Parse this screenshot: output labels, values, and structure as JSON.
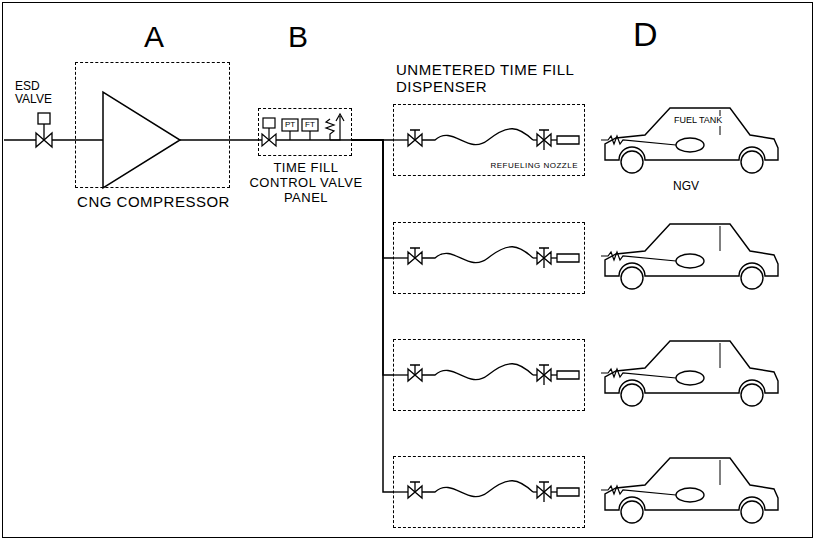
{
  "diagram": {
    "nodes": [
      {
        "text": [
          "CNG COMPRESSOR"
        ]
      },
      {
        "text": [
          "TIME FILL CONTROL VALVE PANEL"
        ]
      },
      {
        "text": [
          "UNMETERED TIME FILL DISPENSER",
          "REFUELING NOZZLE"
        ]
      },
      {
        "text": []
      },
      {
        "text": []
      },
      {
        "text": []
      }
    ],
    "edges": [
      {
        "from": 0,
        "to": 1,
        "arrow": "none"
      },
      {
        "from": 1,
        "to": 2,
        "arrow": "none"
      },
      {
        "from": 1,
        "to": 3,
        "arrow": "none"
      },
      {
        "from": 1,
        "to": 4,
        "arrow": "none"
      },
      {
        "from": 1,
        "to": 5,
        "arrow": "none"
      }
    ],
    "labels": [
      "A",
      "B",
      "D",
      "ESD VALVE",
      "PT",
      "FT",
      "FUEL TANK",
      "NGV"
    ]
  }
}
